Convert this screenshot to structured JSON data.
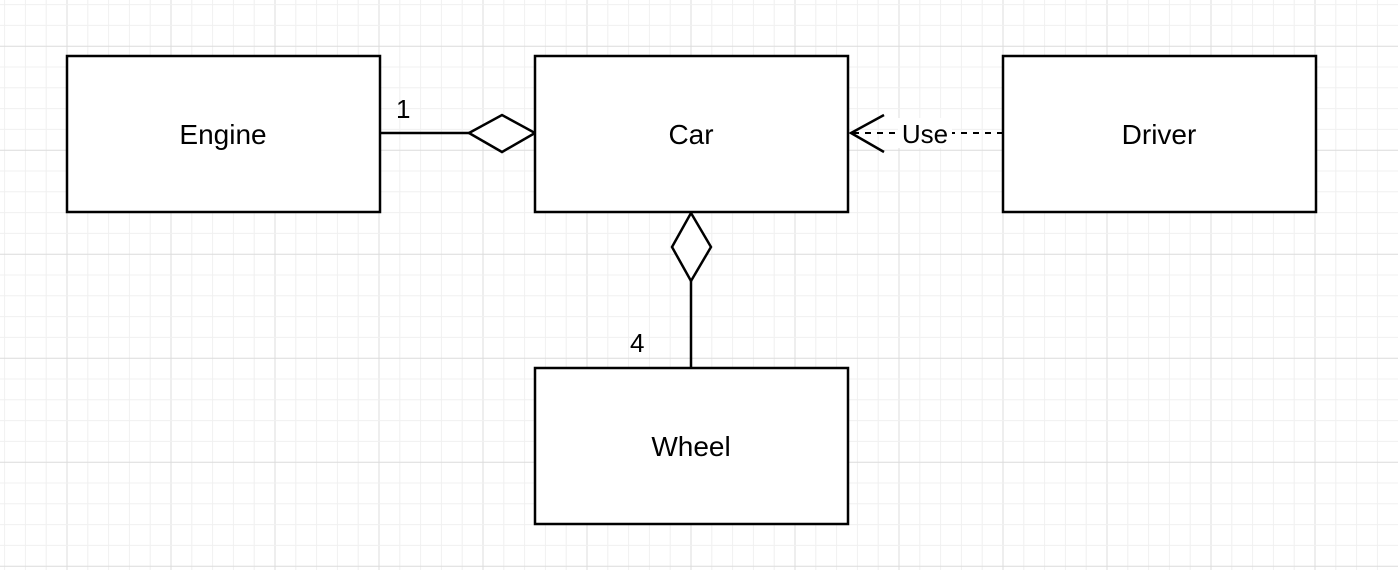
{
  "diagram": {
    "nodes": {
      "engine": {
        "label": "Engine"
      },
      "car": {
        "label": "Car"
      },
      "driver": {
        "label": "Driver"
      },
      "wheel": {
        "label": "Wheel"
      }
    },
    "edges": {
      "engine_car": {
        "type": "aggregation",
        "multiplicity": "1"
      },
      "car_wheel": {
        "type": "aggregation",
        "multiplicity": "4"
      },
      "driver_car": {
        "type": "dependency",
        "label": "Use"
      }
    }
  }
}
